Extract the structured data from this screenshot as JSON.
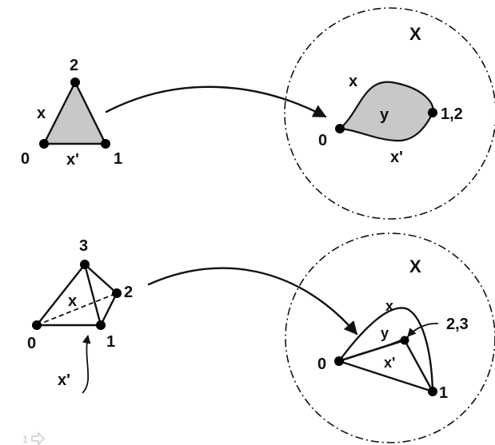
{
  "colors": {
    "fill": "#c8c8c8",
    "ink": "#111111",
    "background": "#ffffff",
    "footer_icon": "#c0c0c0"
  },
  "top": {
    "triangle": {
      "vertex_labels": [
        "0",
        "1",
        "2"
      ],
      "edge_labels": [
        "x",
        "x'"
      ]
    },
    "space": {
      "label": "X",
      "vertex_labels": [
        "0",
        "1,2"
      ],
      "edge_labels": [
        "x",
        "x'"
      ],
      "face_label": "y"
    }
  },
  "bottom": {
    "tetrahedron": {
      "vertex_labels": [
        "0",
        "1",
        "2",
        "3"
      ],
      "face_label": "x",
      "callout_label": "x'"
    },
    "space": {
      "label": "X",
      "vertex_labels": [
        "0",
        "1",
        "2,3"
      ],
      "edge_labels": [
        "x",
        "x'",
        "y"
      ]
    }
  },
  "footer": {
    "page_number": "1",
    "arrow_icon": "arrow-right-icon"
  }
}
